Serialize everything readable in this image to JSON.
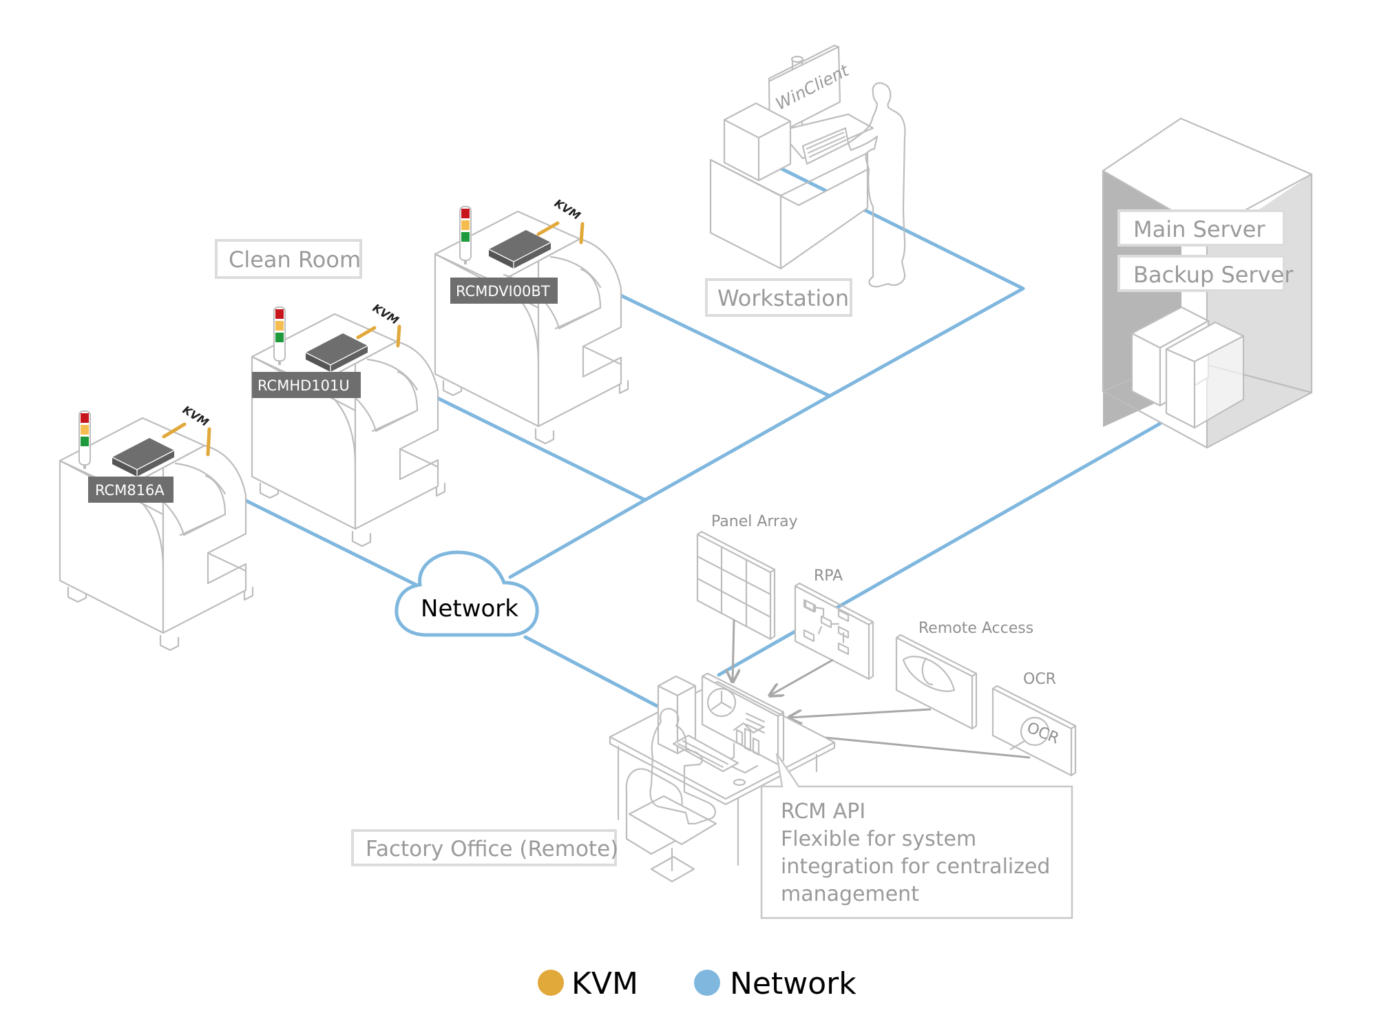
{
  "title": "RCM KVM network deployment diagram",
  "zones": {
    "clean_room": "Clean Room",
    "workstation": "Workstation",
    "factory_office": "Factory Office (Remote)"
  },
  "devices": [
    {
      "model": "RCM816A",
      "kvm_tag": "KVM"
    },
    {
      "model": "RCMHD101U",
      "kvm_tag": "KVM"
    },
    {
      "model": "RCMDVI00BT",
      "kvm_tag": "KVM"
    }
  ],
  "workstation": {
    "screen_label": "WinClient"
  },
  "servers": {
    "main": "Main Server",
    "backup": "Backup Server"
  },
  "network_cloud": "Network",
  "office": {
    "panel_array": "Panel Array",
    "rpa": "RPA",
    "remote_access": "Remote Access",
    "ocr": "OCR",
    "ocr_icon_text": "OCR"
  },
  "api_callout": {
    "title": "RCM API",
    "lines": [
      "Flexible for system",
      "integration for centralized",
      "management"
    ]
  },
  "legend": [
    {
      "label": "KVM",
      "color": "#e1a83a"
    },
    {
      "label": "Network",
      "color": "#7fb7de"
    }
  ],
  "colors": {
    "kvm": "#e1a83a",
    "network": "#7fb7de",
    "outline": "#bdbdbd",
    "device": "#6e6e6e",
    "tower_red": "#c8161d",
    "tower_amber": "#f5bd4f",
    "tower_green": "#1e9a3c"
  }
}
